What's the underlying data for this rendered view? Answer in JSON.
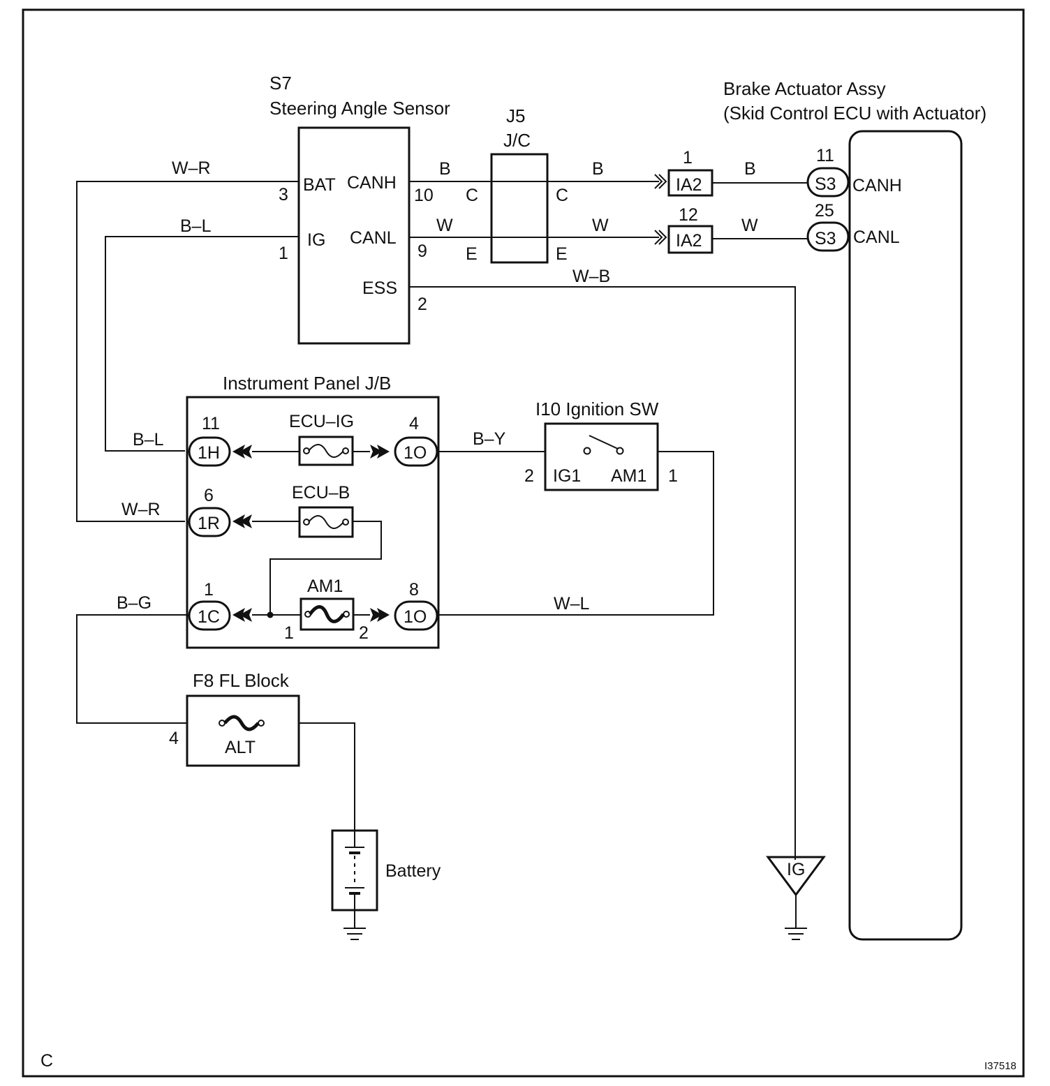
{
  "components": {
    "steering_sensor": {
      "id": "S7",
      "name": "Steering Angle Sensor",
      "pins": {
        "bat": "BAT",
        "canh": "CANH",
        "ig": "IG",
        "canl": "CANL",
        "ess": "ESS"
      }
    },
    "junction_connector": {
      "id": "J5",
      "name": "J/C"
    },
    "brake_actuator": {
      "line1": "Brake Actuator Assy",
      "line2": "(Skid Control ECU with Actuator)",
      "canh": "CANH",
      "canl": "CANL"
    },
    "instrument_panel_jb": {
      "name": "Instrument Panel J/B",
      "fuse_ecu_ig": "ECU–IG",
      "fuse_ecu_b": "ECU–B",
      "fuse_am1": "AM1"
    },
    "ignition_switch": {
      "name": "I10 Ignition SW",
      "ig1": "IG1",
      "am1": "AM1"
    },
    "fl_block": {
      "name": "F8 FL Block",
      "fuse": "ALT"
    },
    "battery": {
      "name": "Battery"
    },
    "ground_ig": {
      "label": "IG"
    }
  },
  "pins": {
    "s7_bat": "3",
    "s7_ig": "1",
    "s7_canh": "10",
    "s7_canl": "9",
    "s7_ess": "2",
    "j5_c_left": "C",
    "j5_c_right": "C",
    "j5_e_left": "E",
    "j5_e_right": "E",
    "ia2_top": "1",
    "ia2_bottom": "12",
    "s3_top": "11",
    "s3_bottom": "25",
    "jb_1h": "11",
    "jb_1o_top": "4",
    "jb_1r": "6",
    "jb_1c": "1",
    "jb_1o_bottom": "8",
    "am1_in": "1",
    "am1_out": "2",
    "ign_left": "2",
    "ign_right": "1",
    "fl_pin": "4"
  },
  "connectors": {
    "ia2": "IA2",
    "s3": "S3",
    "c1h": "1H",
    "c1o": "1O",
    "c1r": "1R",
    "c1c": "1C"
  },
  "wires": {
    "w_r": "W–R",
    "b_l": "B–L",
    "b": "B",
    "w": "W",
    "w_b": "W–B",
    "b_y": "B–Y",
    "b_g": "B–G",
    "w_l": "W–L"
  },
  "footer": {
    "corner": "C",
    "code": "I37518"
  }
}
